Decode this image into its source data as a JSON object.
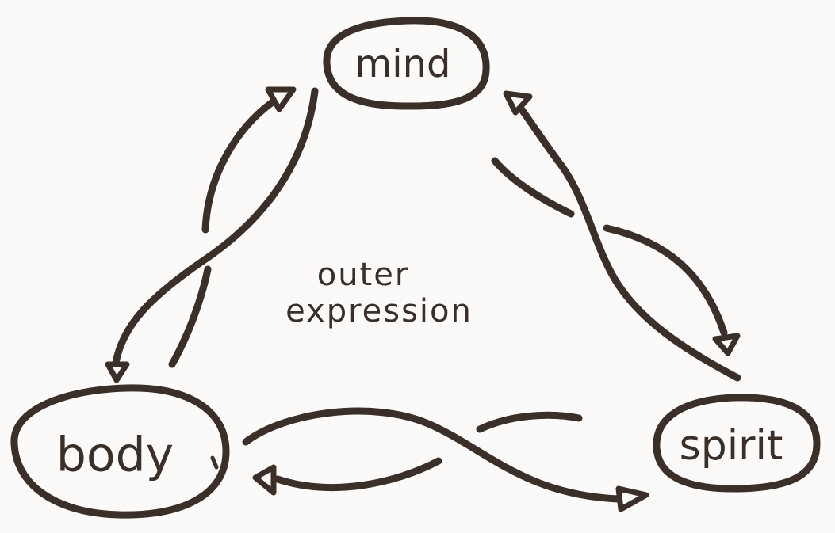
{
  "nodes": {
    "mind": "mind",
    "body": "body",
    "spirit": "spirit"
  },
  "center": {
    "line1": "outer",
    "line2": "expression"
  },
  "colors": {
    "ink": "#3b3029",
    "paper": "#fbfaf8"
  }
}
